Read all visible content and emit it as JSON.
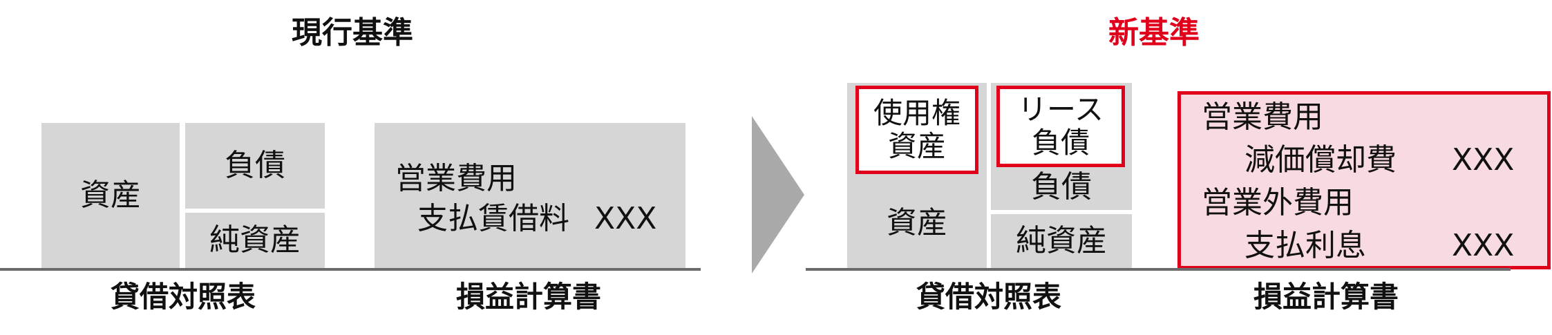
{
  "current": {
    "title": "現行基準",
    "balance_sheet": {
      "asset": "資産",
      "liability": "負債",
      "net_assets": "純資産",
      "caption": "貸借対照表"
    },
    "income_statement": {
      "line1": "営業費用",
      "line2_label": "支払賃借料",
      "line2_value": "XXX",
      "caption": "損益計算書"
    }
  },
  "new": {
    "title": "新基準",
    "balance_sheet": {
      "rou_asset": "使用権\n資産",
      "lease_liability": "リース\n負債",
      "asset": "資産",
      "liability": "負債",
      "net_assets": "純資産",
      "caption": "貸借対照表"
    },
    "income_statement": {
      "line1": "営業費用",
      "line2_label": "減価償却費",
      "line2_value": "XXX",
      "line3": "営業外費用",
      "line4_label": "支払利息",
      "line4_value": "XXX",
      "caption": "損益計算書"
    }
  },
  "colors": {
    "accent_red": "#e0001b",
    "box_gray": "#d6d6d6",
    "highlight_pink": "#f8dbe0",
    "arrow_gray": "#a9a9a9"
  }
}
